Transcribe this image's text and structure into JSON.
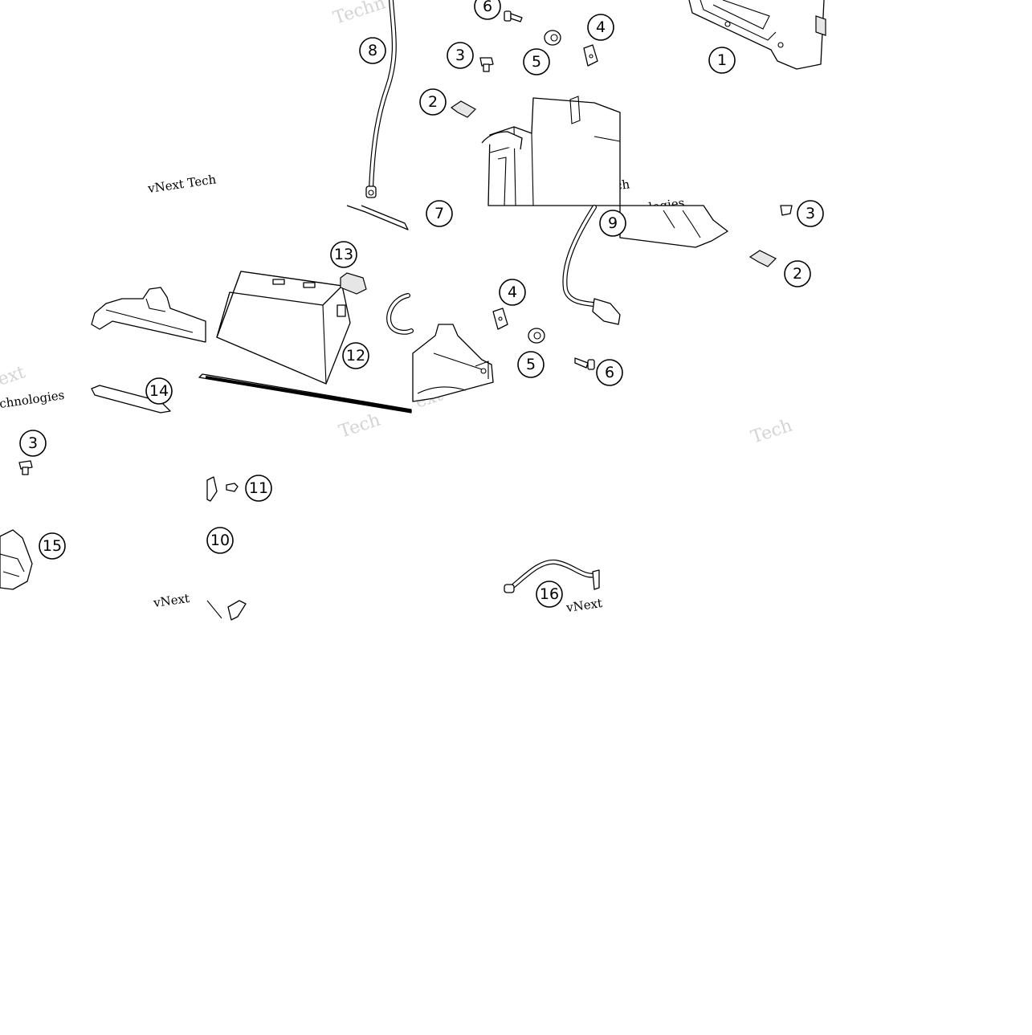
{
  "diagram": {
    "callouts": [
      "1",
      "2",
      "3",
      "4",
      "5",
      "6",
      "7",
      "8",
      "9",
      "10",
      "11",
      "12",
      "13",
      "14",
      "15",
      "16"
    ],
    "watermark": {
      "tech": "Tech",
      "techno": "Techn",
      "vnext": "vNext",
      "vnext_tech": "vNext Tech",
      "nologies": "nologies",
      "technologies": "chnologies",
      "ext": "ext"
    }
  }
}
